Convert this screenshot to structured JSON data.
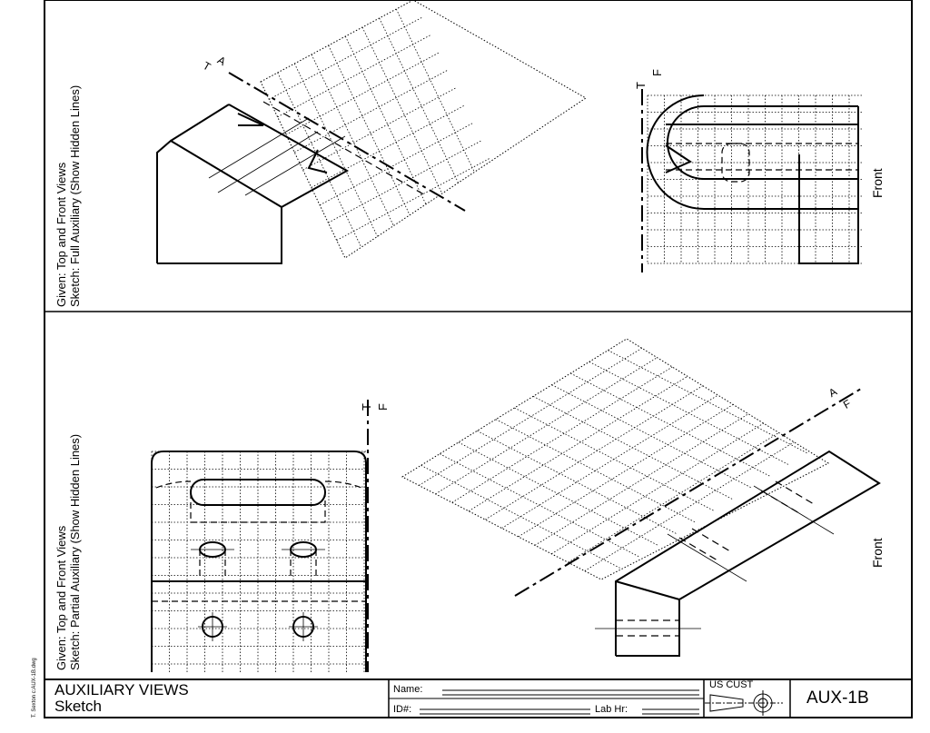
{
  "sheet": {
    "top_panel": {
      "given": "Given: Top and Front Views",
      "sketch": "Sketch: Full Auxiliary (Show Hidden Lines)",
      "fold_tf": {
        "top": "T",
        "bottom": "F"
      },
      "fold_ta": {
        "top": "T",
        "bottom": "A"
      },
      "view_label": "Front"
    },
    "bottom_panel": {
      "given": "Given: Top and Front Views",
      "sketch": "Sketch: Partial Auxiliary (Show Hidden Lines)",
      "fold_tf": {
        "top": "T",
        "bottom": "F"
      },
      "fold_af": {
        "top": "A",
        "bottom": "F"
      },
      "view_label": "Front"
    },
    "author_note": "T. Sexton  c:AUX-1B.dwg"
  },
  "title_block": {
    "title": "AUXILIARY VIEWS",
    "subtitle": "Sketch",
    "name_label": "Name:",
    "id_label": "ID#:",
    "lab_label": "Lab Hr:",
    "projection_label": "US CUST",
    "sheet_number": "AUX-1B"
  }
}
